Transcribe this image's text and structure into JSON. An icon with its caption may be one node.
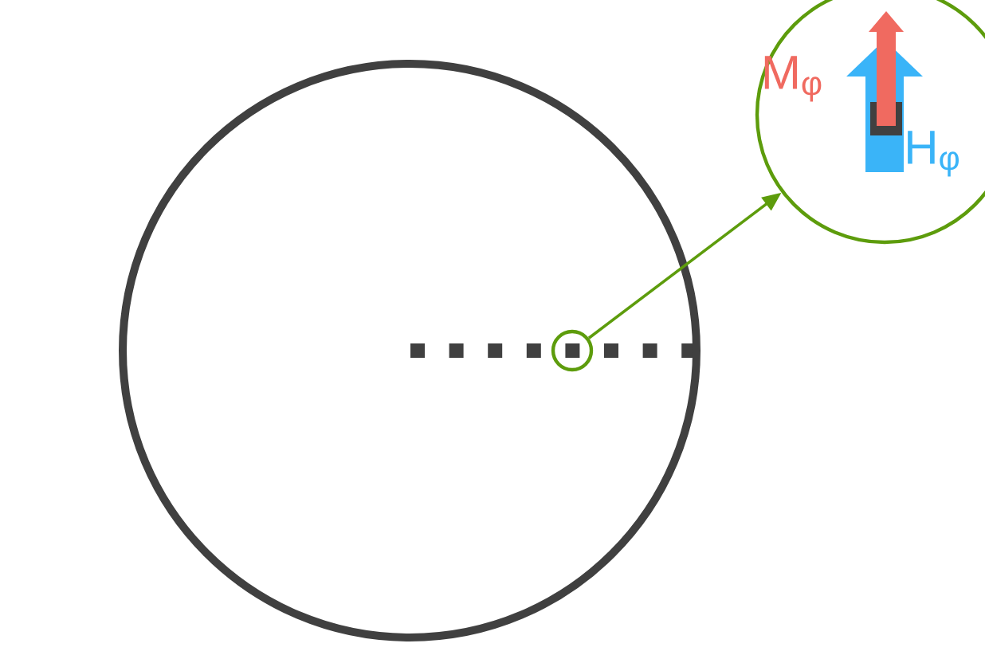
{
  "diagram": {
    "nodes": [
      {
        "text": [],
        "shape": "circle"
      },
      {
        "text": [],
        "shape": "circle",
        "in": 0
      },
      {
        "text": [
          "M$_{φ}$",
          "H$_{φ}$"
        ]
      }
    ],
    "edges": [
      {
        "from": 1,
        "to": 2,
        "arrow": "to",
        "color": "#5d9c0c"
      }
    ]
  }
}
